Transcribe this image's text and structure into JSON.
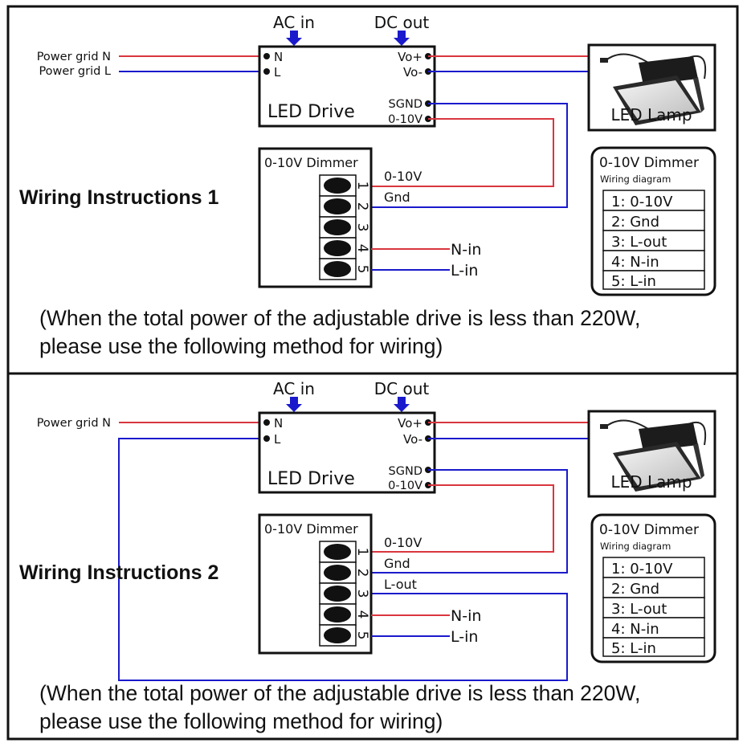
{
  "colors": {
    "neutral_wire": "#d9363e",
    "live_wire": "#1a1acc",
    "arrow": "#1a1acc",
    "outline": "#111111"
  },
  "panels": [
    {
      "title": "Wiring Instructions 1",
      "grid_labels": [
        "Power grid N",
        "Power grid L"
      ],
      "arrow_labels": {
        "ac_in": "AC in",
        "dc_out": "DC out"
      },
      "drive": {
        "title": "LED Drive",
        "inputs": [
          "N",
          "L"
        ],
        "outputs": [
          "Vo+",
          "Vo-"
        ],
        "control": [
          "SGND",
          "0-10V"
        ]
      },
      "lamp_label": "LED Lamp",
      "dimmer": {
        "title": "0-10V Dimmer",
        "terminals": [
          "1",
          "2",
          "3",
          "4",
          "5"
        ],
        "wire_labels": [
          "0-10V",
          "Gnd"
        ],
        "input_labels": [
          "N-in",
          "L-in"
        ]
      },
      "legend": {
        "title": "0-10V Dimmer",
        "subtitle": "Wiring diagram",
        "rows": [
          "1: 0-10V",
          "2: Gnd",
          "3: L-out",
          "4: N-in",
          "5: L-in"
        ]
      },
      "note": [
        "(When the total power of the adjustable drive is less than 220W,",
        "please use the following method for wiring)"
      ]
    },
    {
      "title": "Wiring Instructions 2",
      "grid_labels": [
        "Power grid N"
      ],
      "arrow_labels": {
        "ac_in": "AC in",
        "dc_out": "DC out"
      },
      "drive": {
        "title": "LED Drive",
        "inputs": [
          "N",
          "L"
        ],
        "outputs": [
          "Vo+",
          "Vo-"
        ],
        "control": [
          "SGND",
          "0-10V"
        ]
      },
      "lamp_label": "LED Lamp",
      "dimmer": {
        "title": "0-10V Dimmer",
        "terminals": [
          "1",
          "2",
          "3",
          "4",
          "5"
        ],
        "wire_labels": [
          "0-10V",
          "Gnd",
          "L-out"
        ],
        "input_labels": [
          "N-in",
          "L-in"
        ]
      },
      "legend": {
        "title": "0-10V Dimmer",
        "subtitle": "Wiring diagram",
        "rows": [
          "1: 0-10V",
          "2: Gnd",
          "3: L-out",
          "4: N-in",
          "5: L-in"
        ]
      },
      "note": [
        "(When the total power of the adjustable drive is less than 220W,",
        "please use the following method for wiring)"
      ]
    }
  ]
}
